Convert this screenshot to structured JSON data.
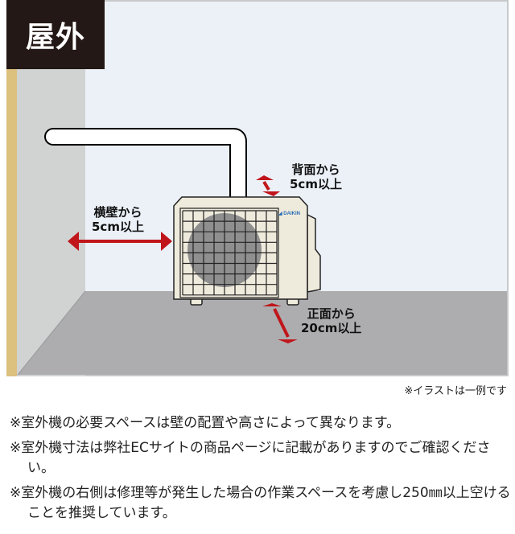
{
  "tag": "屋外",
  "labels": {
    "back": [
      "背面から",
      "5cm以上"
    ],
    "side": [
      "横壁から",
      "5cm以上"
    ],
    "front": [
      "正面から",
      "20cm以上"
    ]
  },
  "brand": "DAIKIN",
  "caption": "※イラストは一例です",
  "notes": [
    "※室外機の必要スペースは壁の配置や高さによって異なります。",
    "※室外機寸法は弊社ECサイトの商品ページに記載がありますのでご確認ください。",
    "※室外機の右側は修理等が発生した場合の作業スペースを考慮し250㎜以上空けることを推奨しています。"
  ],
  "colors": {
    "arrow": "#c0161b",
    "wall": "#ecf1f8",
    "floor": "#adadaf",
    "sidewall": "#d1d3d2",
    "unit": "#efebdc"
  }
}
